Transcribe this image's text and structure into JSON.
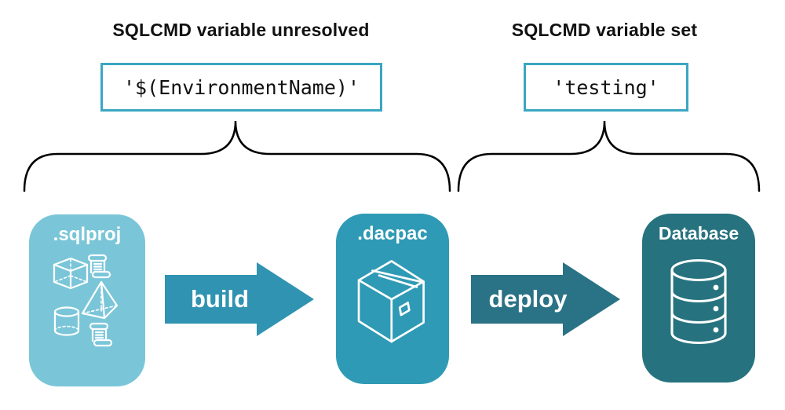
{
  "left_group": {
    "heading": "SQLCMD variable unresolved",
    "code": "'$(EnvironmentName)'"
  },
  "right_group": {
    "heading": "SQLCMD variable set",
    "code": "'testing'"
  },
  "flow": {
    "source_label": ".sqlproj",
    "build_label": "build",
    "artifact_label": ".dacpac",
    "deploy_label": "deploy",
    "target_label": "Database"
  },
  "icons": {
    "sqlproj": "sql-objects-icon",
    "dacpac": "package-box-icon",
    "database": "database-cylinder-icon"
  },
  "colors": {
    "sqlproj_card": "#7AC6D8",
    "dacpac_card": "#2F9AB5",
    "database_card": "#26737F",
    "build_arrow": "#3093B2",
    "deploy_arrow": "#2A7285",
    "code_border": "#3BA6C2",
    "brace": "#000000",
    "card_text": "#FFFFFF",
    "text": "#111111"
  }
}
